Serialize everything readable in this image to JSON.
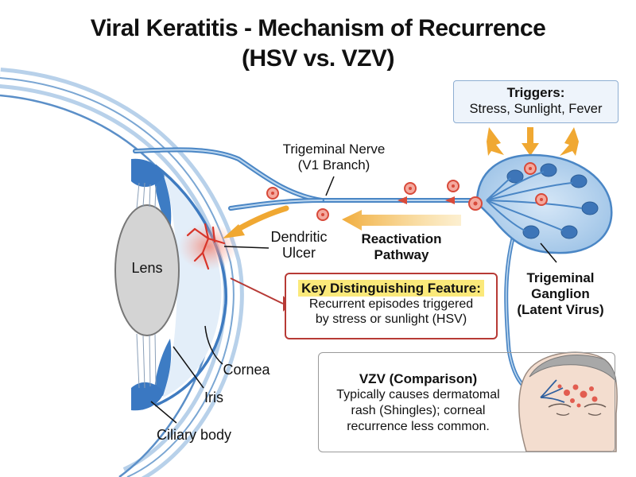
{
  "title": {
    "line1": "Viral Keratitis - Mechanism of Recurrence",
    "line2": "(HSV vs. VZV)"
  },
  "triggers": {
    "heading": "Triggers:",
    "text": "Stress, Sunlight, Fever"
  },
  "nerve": {
    "line1": "Trigeminal Nerve",
    "line2": "(V1 Branch)"
  },
  "pathway": {
    "line1": "Reactivation",
    "line2": "Pathway"
  },
  "ulcer": {
    "line1": "Dendritic",
    "line2": "Ulcer"
  },
  "ganglion": {
    "line1": "Trigeminal",
    "line2": "Ganglion",
    "line3": "(Latent Virus)"
  },
  "eye": {
    "lens": "Lens",
    "cornea": "Cornea",
    "iris": "Iris",
    "ciliary": "Ciliary body"
  },
  "key_feature": {
    "heading": "Key Distinguishing Feature:",
    "line1": "Recurrent episodes triggered",
    "line2": "by stress or sunlight (HSV)"
  },
  "vzv": {
    "heading": "VZV (Comparison)",
    "line1": "Typically causes dermatomal",
    "line2": "rash (Shingles); corneal",
    "line3": "recurrence less common."
  },
  "colors": {
    "nerve_blue": "#4a86c5",
    "nerve_light": "#bcd6ee",
    "arrow_orange": "#f0a832",
    "virus_red": "#d84a3a",
    "key_border": "#b73a36",
    "key_highlight": "#fbe97a"
  }
}
